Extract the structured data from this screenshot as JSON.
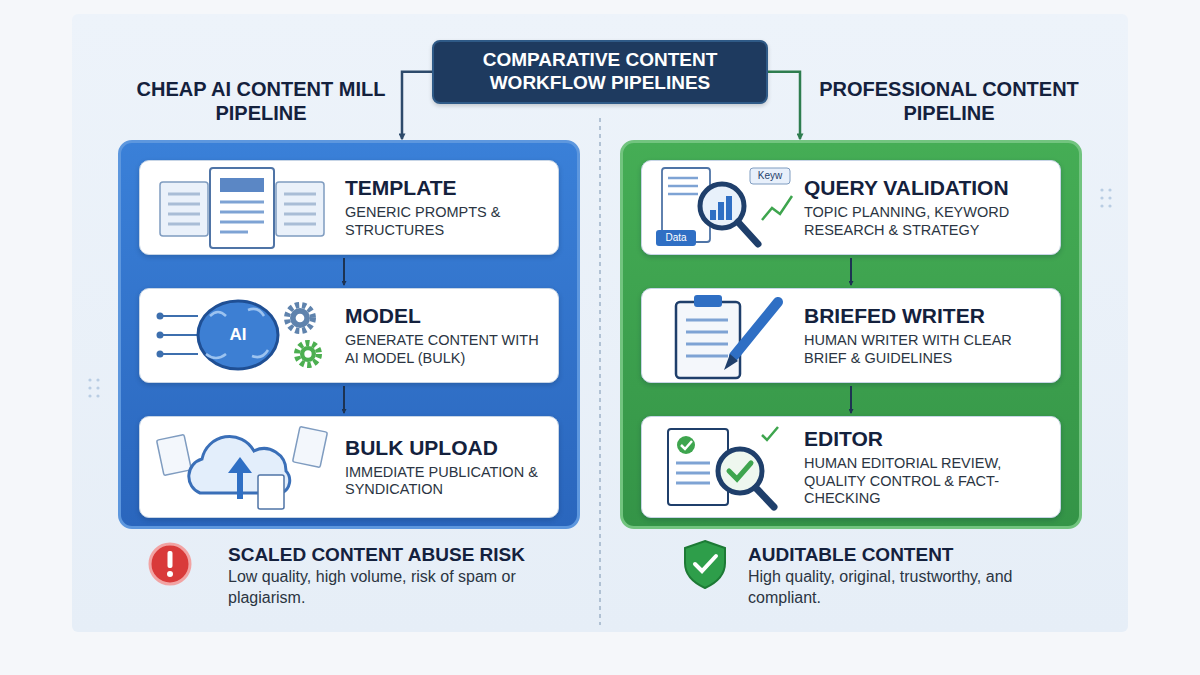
{
  "diagram": {
    "nodes": [
      {
        "text": [
          "COMPARATIVE CONTENT WORKFLOW PIPELINES"
        ]
      },
      {
        "text": [
          "CHEAP AI CONTENT MILL PIPELINE"
        ]
      },
      {
        "text": [
          "TEMPLATE",
          "GENERIC PROMPTS & STRUCTURES"
        ],
        "in": 1
      },
      {
        "text": [
          "MODEL",
          "GENERATE CONTENT WITH AI MODEL (BULK)"
        ],
        "in": 1
      },
      {
        "text": [
          "BULK UPLOAD",
          "IMMEDIATE PUBLICATION & SYNDICATION"
        ],
        "in": 1
      },
      {
        "text": [
          "PROFESSIONAL CONTENT PIPELINE"
        ]
      },
      {
        "text": [
          "QUERY VALIDATION",
          "TOPIC PLANNING, KEYWORD RESEARCH & STRATEGY"
        ],
        "in": 5
      },
      {
        "text": [
          "BRIEFED WRITER",
          "HUMAN WRITER WITH CLEAR BRIEF & GUIDELINES"
        ],
        "in": 5
      },
      {
        "text": [
          "EDITOR",
          "HUMAN EDITORIAL REVIEW, QUALITY CONTROL & FACT-CHECKING"
        ],
        "in": 5
      }
    ],
    "edges": [
      {
        "from": 0,
        "to": 1,
        "arrow": "to"
      },
      {
        "from": 0,
        "to": 5,
        "arrow": "to"
      },
      {
        "from": 2,
        "to": 3,
        "arrow": "to"
      },
      {
        "from": 3,
        "to": 4,
        "arrow": "to"
      },
      {
        "from": 6,
        "to": 7,
        "arrow": "to"
      },
      {
        "from": 7,
        "to": 8,
        "arrow": "to"
      }
    ],
    "labels": [
      "AI",
      "Data",
      "Keyw",
      "SCALED CONTENT ABUSE RISK",
      "Low quality, high volume, risk of spam or plagiarism.",
      "AUDITABLE CONTENT",
      "High quality, original, trustworthy, and compliant."
    ]
  }
}
